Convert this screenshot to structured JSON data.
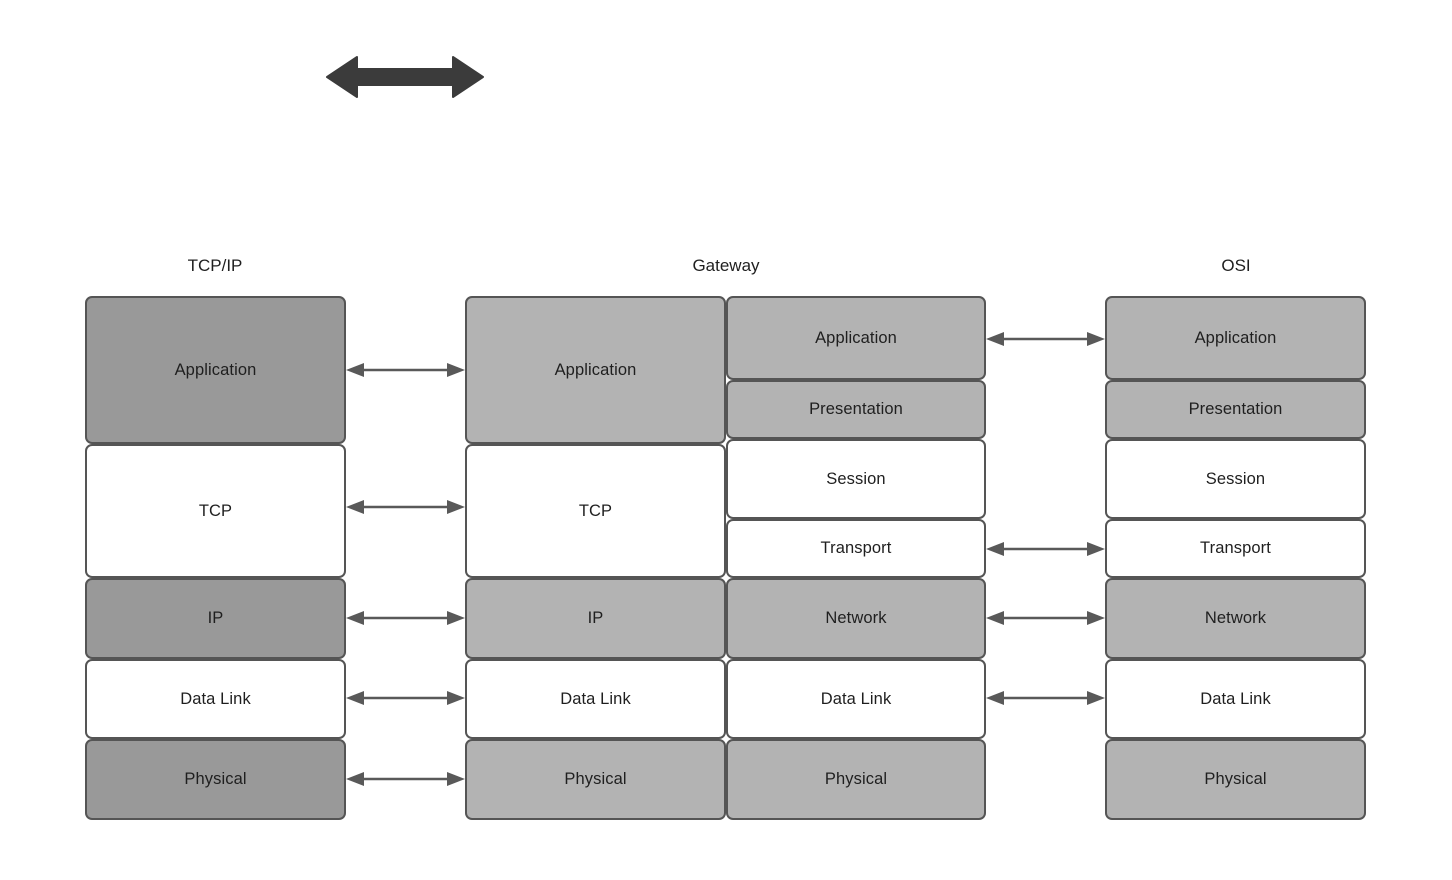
{
  "diagram": {
    "title_top_arrow": "bidirectional-arrow",
    "columns": [
      {
        "id": "tcpip",
        "header": "TCP/IP",
        "layers": [
          {
            "label": "Application",
            "fill": "#999999"
          },
          {
            "label": "TCP",
            "fill": "#ffffff"
          },
          {
            "label": "IP",
            "fill": "#999999"
          },
          {
            "label": "Data Link",
            "fill": "#ffffff"
          },
          {
            "label": "Physical",
            "fill": "#999999"
          }
        ]
      },
      {
        "id": "gateway",
        "header": "Gateway",
        "left_layers": [
          {
            "label": "Application",
            "fill": "#b3b3b3"
          },
          {
            "label": "TCP",
            "fill": "#ffffff"
          },
          {
            "label": "IP",
            "fill": "#b3b3b3"
          },
          {
            "label": "Data Link",
            "fill": "#ffffff"
          },
          {
            "label": "Physical",
            "fill": "#b3b3b3"
          }
        ],
        "right_layers": [
          {
            "label": "Application",
            "fill": "#b3b3b3"
          },
          {
            "label": "Presentation",
            "fill": "#b3b3b3"
          },
          {
            "label": "Session",
            "fill": "#ffffff"
          },
          {
            "label": "Transport",
            "fill": "#ffffff"
          },
          {
            "label": "Network",
            "fill": "#b3b3b3"
          },
          {
            "label": "Data Link",
            "fill": "#ffffff"
          },
          {
            "label": "Physical",
            "fill": "#b3b3b3"
          }
        ]
      },
      {
        "id": "osi",
        "header": "OSI",
        "layers": [
          {
            "label": "Application",
            "fill": "#b3b3b3"
          },
          {
            "label": "Presentation",
            "fill": "#b3b3b3"
          },
          {
            "label": "Session",
            "fill": "#ffffff"
          },
          {
            "label": "Transport",
            "fill": "#ffffff"
          },
          {
            "label": "Network",
            "fill": "#b3b3b3"
          },
          {
            "label": "Data Link",
            "fill": "#ffffff"
          },
          {
            "label": "Physical",
            "fill": "#b3b3b3"
          }
        ]
      }
    ],
    "left_connectors": [
      {
        "label": "Application"
      },
      {
        "label": "TCP"
      },
      {
        "label": "IP"
      },
      {
        "label": "Data Link"
      },
      {
        "label": "Physical"
      }
    ],
    "right_connectors": [
      {
        "label": "Application"
      },
      {
        "label": "Transport"
      },
      {
        "label": "Network"
      },
      {
        "label": "Data Link"
      }
    ],
    "colors": {
      "stroke": "#555555",
      "fill_dark": "#999999",
      "fill_mid": "#b3b3b3",
      "fill_white": "#ffffff",
      "arrow": "#595959",
      "big_arrow": "#3b3b3b",
      "text": "#1f1f1f",
      "background": "#ffffff"
    }
  }
}
